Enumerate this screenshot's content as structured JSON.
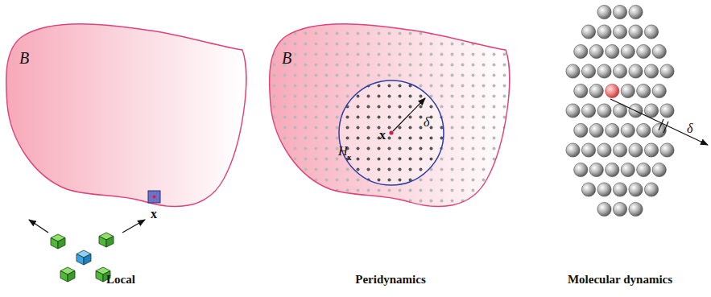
{
  "diagram": {
    "labels": [
      "B",
      "x",
      "Local",
      "B",
      "H",
      "x",
      "x",
      "δ",
      "Peridynamics",
      "δ",
      "Molecular dynamics"
    ]
  }
}
